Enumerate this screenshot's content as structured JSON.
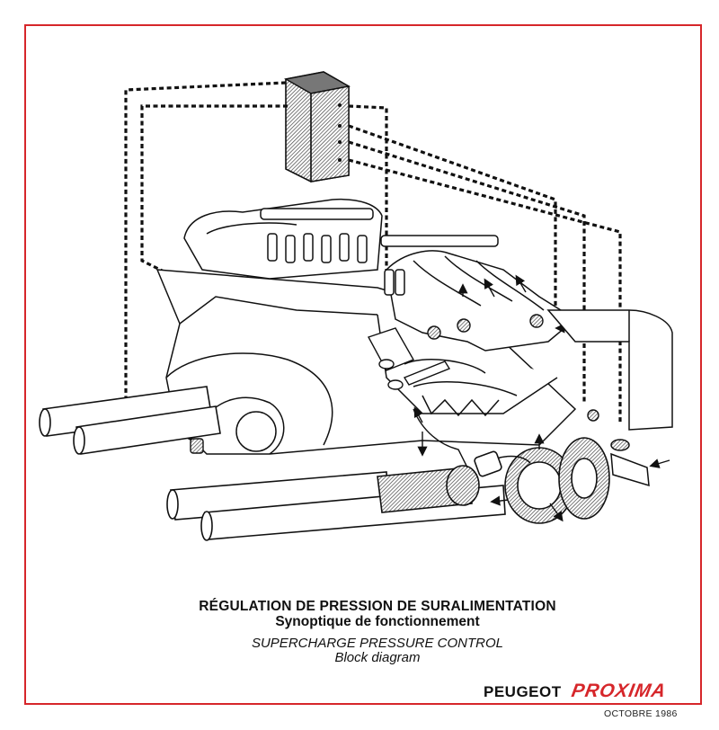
{
  "title": {
    "fr_line1": "RÉGULATION DE PRESSION DE SURALIMENTATION",
    "fr_line2": "Synoptique de fonctionnement",
    "en_line1": "SUPERCHARGE PRESSURE CONTROL",
    "en_line2": "Block diagram"
  },
  "brand": {
    "maker": "PEUGEOT",
    "model": "PROXIMA"
  },
  "date": "OCTOBRE 1986",
  "colors": {
    "frame": "#d6262a",
    "ink": "#111111",
    "logo": "#d6262a"
  },
  "diagram": {
    "subject": "engine with turbocharger, control unit and signal lines",
    "components": [
      "control-unit",
      "engine-block",
      "intake-manifold",
      "exhaust-pipes",
      "turbocharger",
      "wastegate-valve",
      "pressure-sensors"
    ]
  }
}
